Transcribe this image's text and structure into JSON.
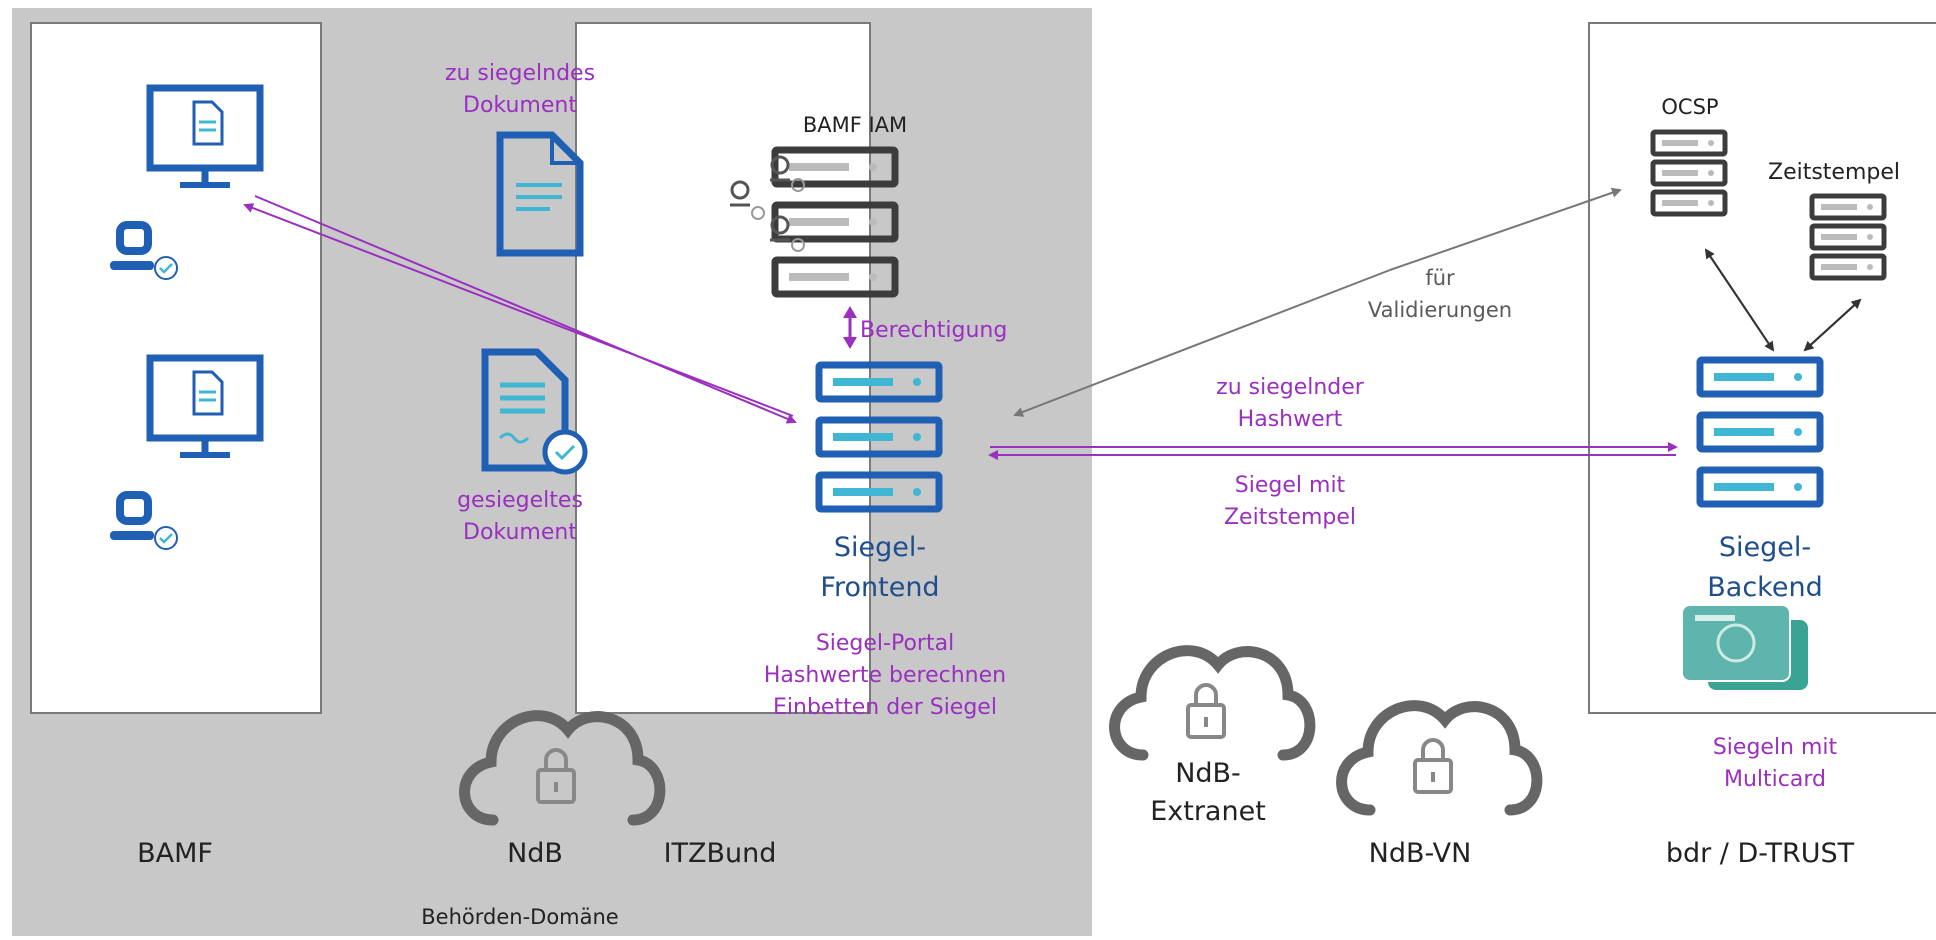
{
  "zones": {
    "behoerden": "Behörden-Domäne",
    "bamf": "BAMF",
    "ndb": "NdB",
    "itzbund": "ITZBund",
    "ndb_extranet": "NdB-\nExtranet",
    "ndb_vn": "NdB-VN",
    "dtrust": "bdr / D-TRUST"
  },
  "labels": {
    "zu_siegelndes": "zu siegelndes\nDokument",
    "gesiegeltes": "gesiegeltes\nDokument",
    "bamf_iam": "BAMF IAM",
    "berechtigung": "Berechtigung",
    "siegel_frontend": "Siegel-\nFrontend",
    "portal": "Siegel-Portal\nHashwerte berechnen\nEinbetten der Siegel",
    "fuer_validierungen": "für\nValidierungen",
    "zu_siegelnder_hash": "zu siegelnder\nHashwert",
    "siegel_mit_zeitstempel": "Siegel mit\nZeitstempel",
    "ocsp": "OCSP",
    "zeitstempel": "Zeitstempel",
    "siegel_backend": "Siegel-\nBackend",
    "siegeln_multicard": "Siegeln mit\nMulticard"
  },
  "icons": [
    "monitor-icon",
    "user-check-icon",
    "document-icon",
    "sealed-document-icon",
    "server-icon",
    "user-key-icon",
    "cloud-lock-icon",
    "smartcard-icon"
  ],
  "colors": {
    "blue": "#1f5fb4",
    "cyan": "#3fb6d3",
    "purple": "#9b2fc0",
    "dark": "#3c3c3c",
    "gray_zone": "#c8c8c8"
  }
}
